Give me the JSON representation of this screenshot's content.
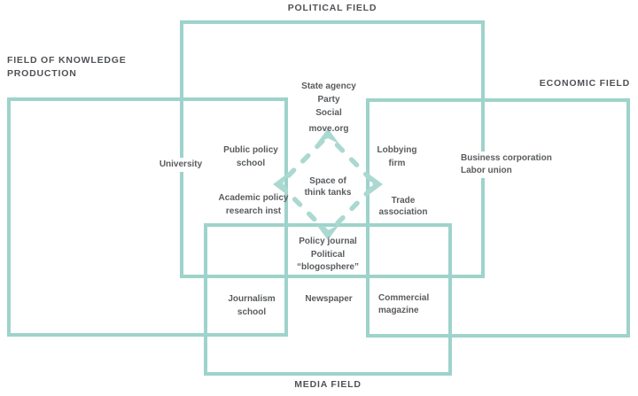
{
  "title": "Field diagram of the space of think tanks",
  "colors": {
    "line_teal": "#9ed3cb",
    "dash_teal": "#abd9d1",
    "arrow_teal": "#abd9d1",
    "text_gray": "#595c5f",
    "field_label_gray": "#4f5256",
    "background": "#ffffff"
  },
  "fields": {
    "political": {
      "label": "POLITICAL FIELD"
    },
    "knowledge": {
      "label_line1": "FIELD OF KNOWLEDGE",
      "label_line2": "PRODUCTION"
    },
    "economic": {
      "label": "ECONOMIC FIELD"
    },
    "media": {
      "label": "MEDIA FIELD"
    }
  },
  "center": {
    "lines": [
      "Space of",
      "think tanks"
    ]
  },
  "nodes": {
    "state_agency": {
      "lines": [
        "State agency",
        "Party",
        "Social",
        "move.org"
      ]
    },
    "university": {
      "lines": [
        "University"
      ]
    },
    "public_policy_school": {
      "lines": [
        "Public policy",
        "school"
      ]
    },
    "academic_policy_research_inst": {
      "lines": [
        "Academic policy",
        "research inst"
      ]
    },
    "lobbying_firm": {
      "lines": [
        "Lobbying",
        "firm"
      ]
    },
    "business_corporation_labor_union": {
      "lines": [
        "Business corporation",
        "Labor union"
      ]
    },
    "trade_association": {
      "lines": [
        "Trade",
        "association"
      ]
    },
    "policy_journal_blogosphere": {
      "lines": [
        "Policy journal",
        "Political",
        "“blogosphere”"
      ]
    },
    "newspaper": {
      "lines": [
        "Newspaper"
      ]
    },
    "journalism_school": {
      "lines": [
        "Journalism",
        "school"
      ]
    },
    "commercial_magazine": {
      "lines": [
        "Commercial",
        "magazine"
      ]
    }
  }
}
